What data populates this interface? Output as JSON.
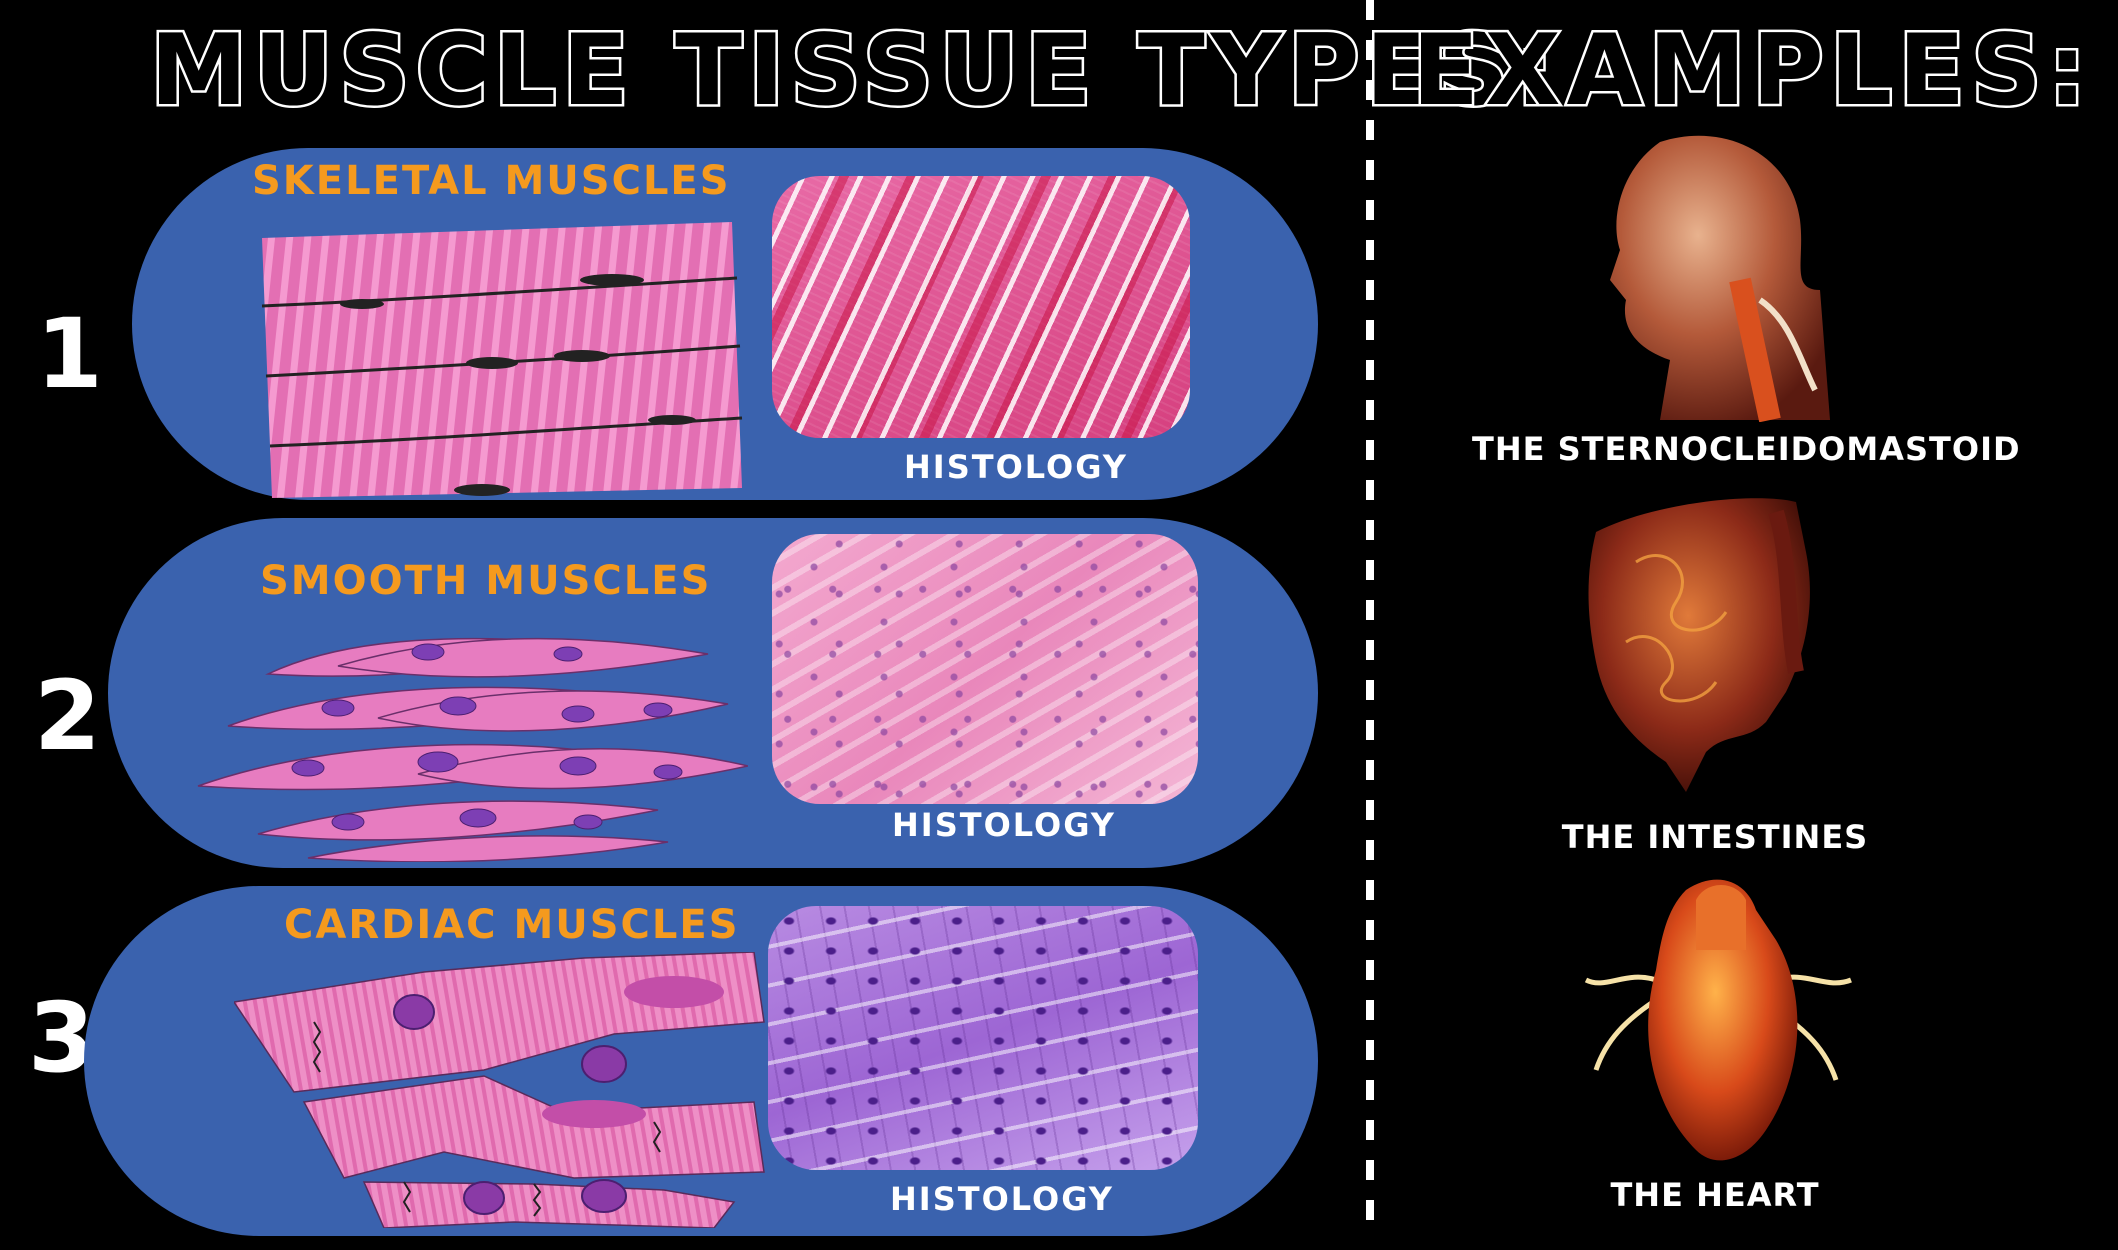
{
  "headings": {
    "left": "MUSCLE TISSUE TYPES:",
    "right": "EXAMPLES:"
  },
  "tissues": [
    {
      "number": "1",
      "title": "SKELETAL MUSCLES",
      "caption": "HISTOLOGY"
    },
    {
      "number": "2",
      "title": "SMOOTH MUSCLES",
      "caption": "HISTOLOGY"
    },
    {
      "number": "3",
      "title": "CARDIAC MUSCLES",
      "caption": "HISTOLOGY"
    }
  ],
  "examples": [
    {
      "label": "THE STERNOCLEIDOMASTOID"
    },
    {
      "label": "THE INTESTINES"
    },
    {
      "label": "THE HEART"
    }
  ],
  "colors": {
    "background": "#000000",
    "pill": "#3a62ae",
    "title_accent": "#f59a1e",
    "text": "#ffffff"
  }
}
